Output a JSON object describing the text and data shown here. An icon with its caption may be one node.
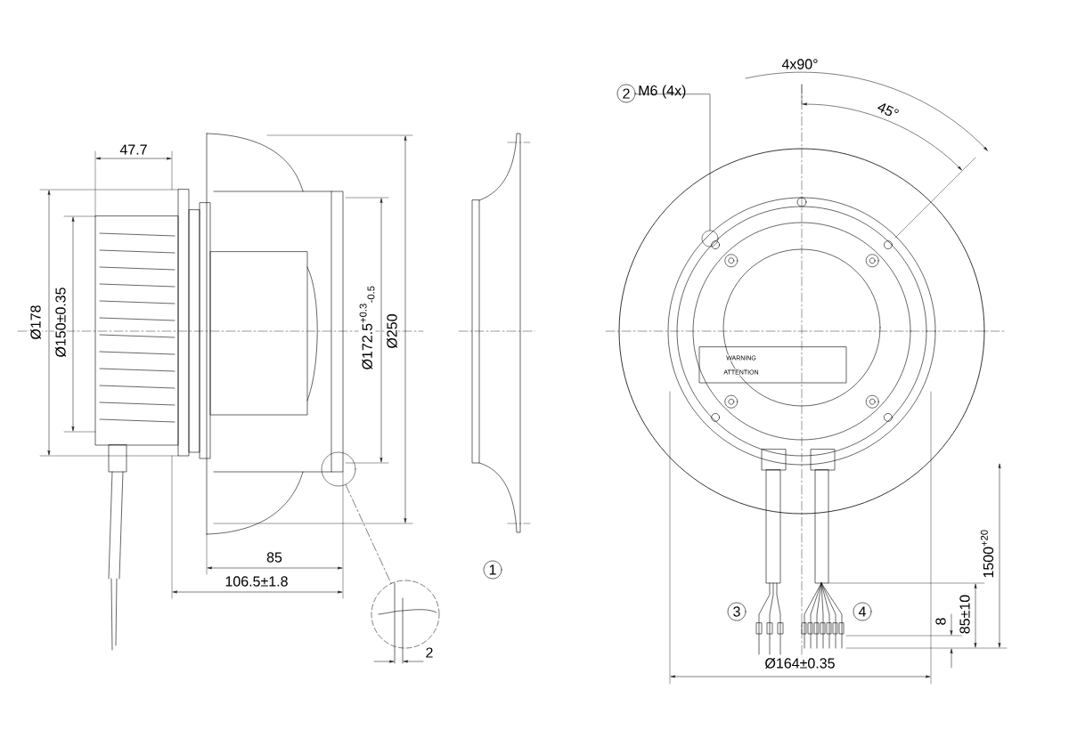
{
  "diagram": {
    "nodes": [
      {
        "text": [
          "1"
        ]
      },
      {
        "text": [
          "2"
        ],
        "beside": [
          "M6 (4x)"
        ]
      },
      {
        "text": [
          "3"
        ]
      },
      {
        "text": [
          "4"
        ]
      },
      {
        "text": [],
        "shape": "circle"
      },
      {
        "text": [],
        "shape": "circle"
      },
      {
        "text": [],
        "shape": "circle"
      }
    ],
    "edges": [
      {
        "from": 1,
        "to": 4,
        "arrow": "none"
      },
      {
        "from": 5,
        "to": 6,
        "arrow": "none",
        "style": "dashed"
      }
    ],
    "labels": [
      "47.7",
      "Ø178",
      "Ø150±0.35",
      "Ø172.5$^{+0.3}$$_{-0.5}$",
      "Ø250",
      "85",
      "106.5±1.8",
      "2",
      "4x90°",
      "45°",
      "WARNING",
      "ATTENTION",
      "1500$^{+20}$",
      "8",
      "85±10",
      "Ø164±0.35"
    ]
  }
}
